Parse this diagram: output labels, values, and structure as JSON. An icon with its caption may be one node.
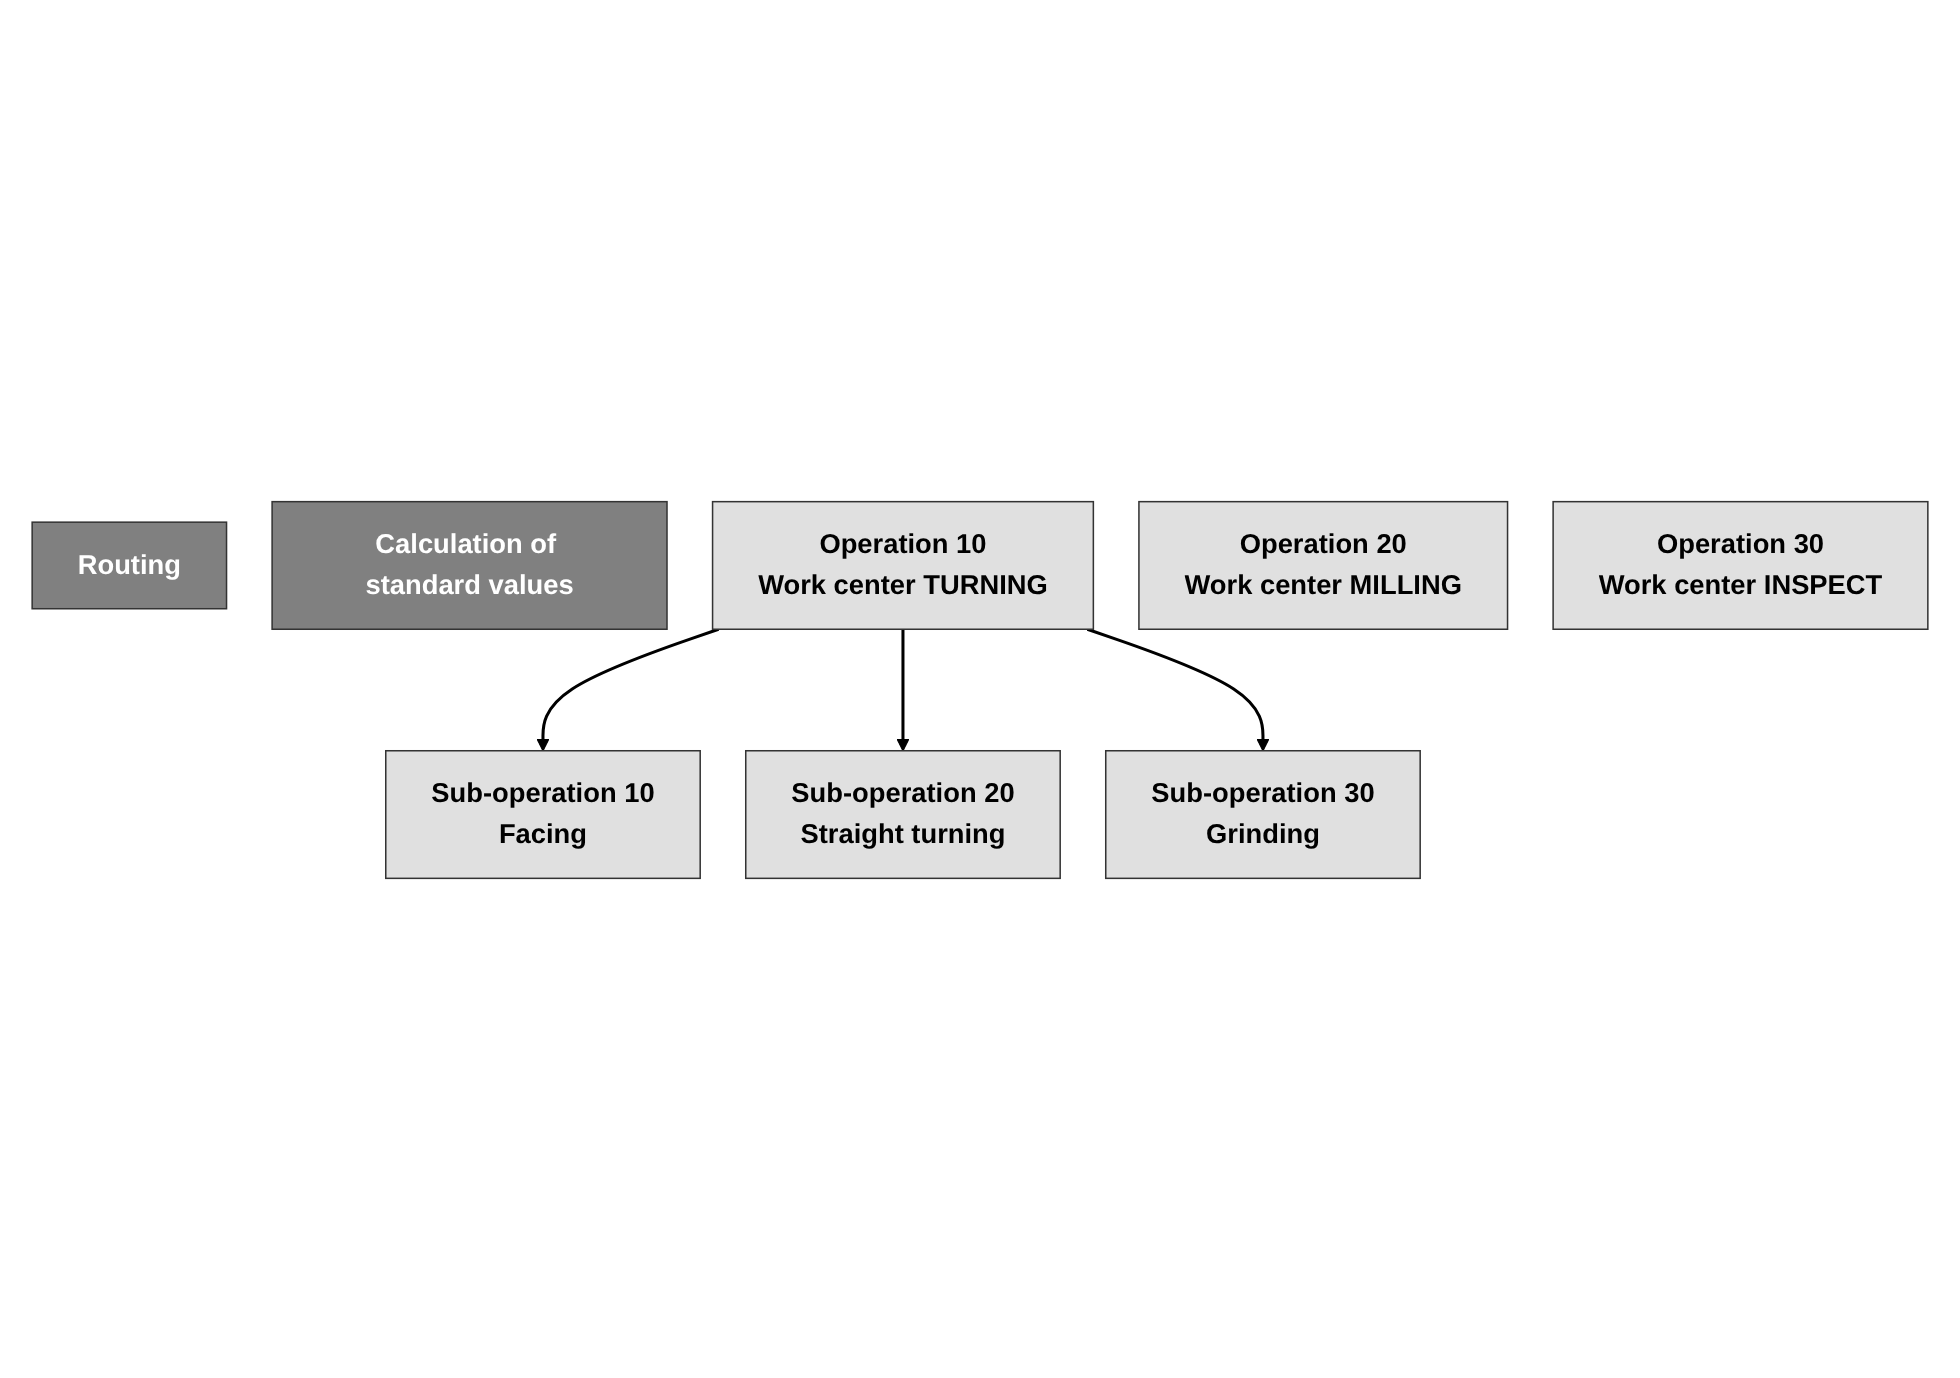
{
  "diagram": {
    "nodes": [
      {
        "text": [
          "Routing"
        ]
      },
      {
        "text": [
          "Calculation of standard values"
        ]
      },
      {
        "text": [
          "Operation 10",
          "Work center TURNING"
        ]
      },
      {
        "text": [
          "Sub-operation 10",
          "Facing"
        ]
      },
      {
        "text": [
          "Operation 20",
          "Work center MILLING"
        ]
      },
      {
        "text": [
          "Sub-operation 20",
          "Straight turning"
        ]
      },
      {
        "text": [
          "Operation 30",
          "Work center INSPECT"
        ]
      },
      {
        "text": [
          "Sub-operation 30",
          "Grinding"
        ]
      }
    ],
    "edges": [
      {
        "from": 2,
        "to": 3,
        "arrow": "to"
      },
      {
        "from": 2,
        "to": 5,
        "arrow": "to"
      },
      {
        "from": 2,
        "to": 7,
        "arrow": "to"
      }
    ]
  }
}
